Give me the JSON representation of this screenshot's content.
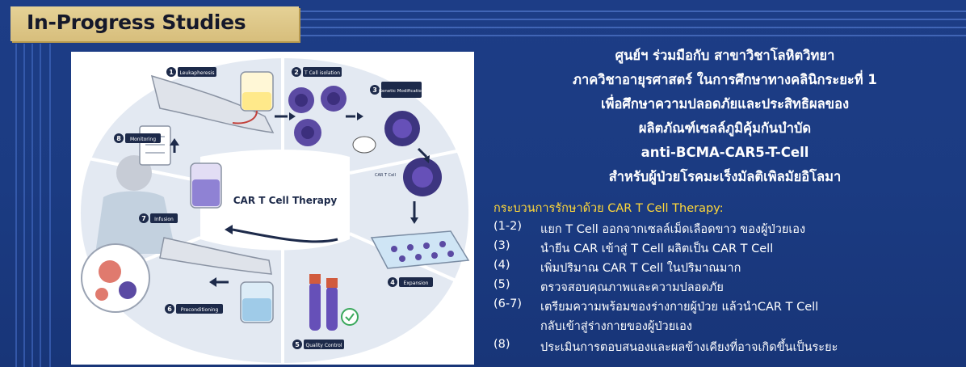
{
  "header": {
    "title": "In-Progress Studies"
  },
  "diagram": {
    "center_label": "CAR T Cell Therapy",
    "small_label": "CAR T Cell",
    "steps": [
      {
        "num": "1",
        "label": "Leukapheresis"
      },
      {
        "num": "2",
        "label": "T Cell isolation"
      },
      {
        "num": "3",
        "label": "Genetic Modification"
      },
      {
        "num": "4",
        "label": "Expansion"
      },
      {
        "num": "5",
        "label": "Quality Control"
      },
      {
        "num": "6",
        "label": "Preconditioning"
      },
      {
        "num": "7",
        "label": "Infusion"
      },
      {
        "num": "8",
        "label": "Monitoring"
      }
    ]
  },
  "study": {
    "lines": [
      "ศูนย์ฯ ร่วมมือกับ สาขาวิชาโลหิตวิทยา",
      "ภาควิชาอายุรศาสตร์ ในการศึกษาทางคลินิกระยะที่ 1",
      "เพื่อศึกษาความปลอดภัยและประสิทธิผลของ",
      "ผลิตภัณฑ์เซลล์ภูมิคุ้มกันบำบัด",
      "anti-BCMA-CAR5-T-Cell",
      "สำหรับผู้ป่วยโรคมะเร็งมัลติเพิลมัยอิโลมา"
    ]
  },
  "process": {
    "title": "กระบวนการรักษาด้วย CAR T Cell Therapy:",
    "steps": [
      {
        "num": "(1-2)",
        "text": "แยก T Cell ออกจากเซลล์เม็ดเลือดขาว ของผู้ป่วยเอง"
      },
      {
        "num": "(3)",
        "text": "นำยีน CAR เข้าสู่ T Cell ผลิตเป็น CAR T Cell"
      },
      {
        "num": "(4)",
        "text": "เพิ่มปริมาณ CAR T Cell ในปริมาณมาก"
      },
      {
        "num": "(5)",
        "text": "ตรวจสอบคุณภาพและความปลอดภัย"
      },
      {
        "num": "(6-7)",
        "text": "เตรียมความพร้อมของร่างกายผู้ป่วย แล้วนำCAR T Cell",
        "text2": "กลับเข้าสู่ร่างกายของผู้ป่วยเอง"
      },
      {
        "num": "(8)",
        "text": "ประเมินการตอบสนองและผลข้างเคียงที่อาจเกิดขึ้นเป็นระยะ"
      }
    ]
  },
  "colors": {
    "background": "#1c3c84",
    "badge": "#ddc886",
    "accent_yellow": "#ffd83a"
  }
}
